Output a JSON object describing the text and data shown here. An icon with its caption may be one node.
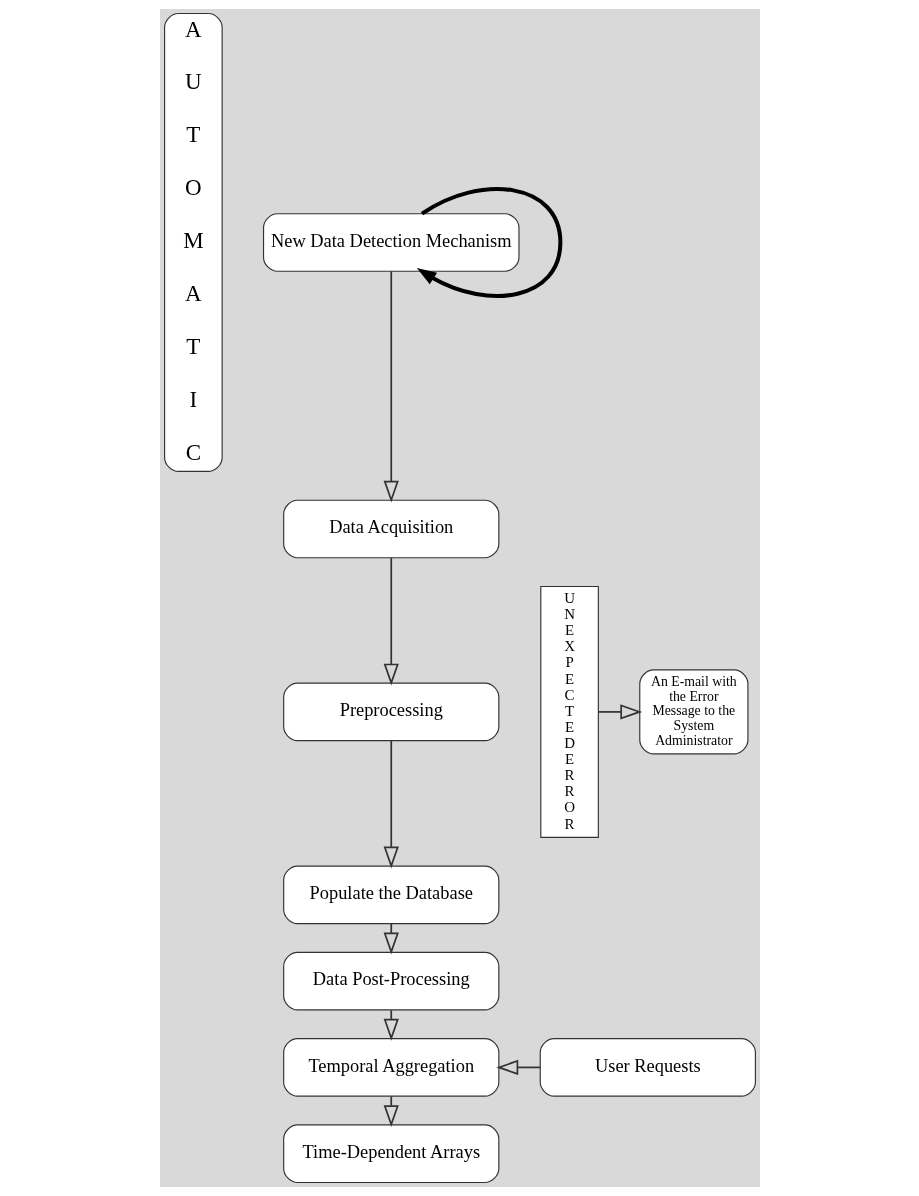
{
  "diagram": {
    "nodes": [
      {
        "text": [
          "AUTOMATIC"
        ]
      },
      {
        "text": [
          "New Data Detection Mechanism"
        ]
      },
      {
        "text": [
          "Data Acquisition"
        ]
      },
      {
        "text": [
          "Preprocessing"
        ]
      },
      {
        "text": [
          "Populate the Database"
        ]
      },
      {
        "text": [
          "Data Post-Processing"
        ]
      },
      {
        "text": [
          "UNEXPECTED ERROR"
        ]
      },
      {
        "text": [
          "An E-mail with the Error Message to the System Administrator"
        ]
      },
      {
        "text": [
          "Temporal Aggregation"
        ]
      },
      {
        "text": [
          "User Requests"
        ]
      },
      {
        "text": [
          "Time-Dependent Arrays"
        ]
      }
    ],
    "edges": [
      {
        "from": 1,
        "to": 1,
        "arrow": "to",
        "style": "thick"
      },
      {
        "from": 1,
        "to": 2,
        "arrow": "to"
      },
      {
        "from": 2,
        "to": 3,
        "arrow": "to"
      },
      {
        "from": 3,
        "to": 4,
        "arrow": "to"
      },
      {
        "from": 4,
        "to": 5,
        "arrow": "to"
      },
      {
        "from": 6,
        "to": 7,
        "arrow": "to"
      },
      {
        "from": 5,
        "to": 8,
        "arrow": "to"
      },
      {
        "from": 9,
        "to": 8,
        "arrow": "to"
      },
      {
        "from": 8,
        "to": 10,
        "arrow": "to"
      }
    ]
  }
}
